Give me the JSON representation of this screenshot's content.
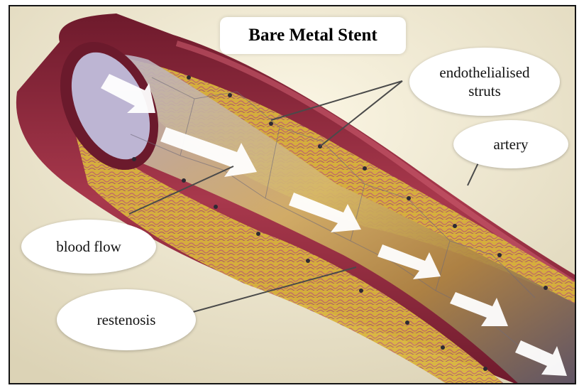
{
  "title": "Bare Metal Stent",
  "labels": {
    "endothelialised_line1": "endothelialised",
    "endothelialised_line2": "struts",
    "artery": "artery",
    "blood_flow": "blood flow",
    "restenosis": "restenosis"
  },
  "colors": {
    "artery_wall": "#8b2438",
    "artery_wall_light": "#b84a5c",
    "plaque": "#d8b53c",
    "lumen": "#c9b89a",
    "arrow": "#ffffff"
  }
}
